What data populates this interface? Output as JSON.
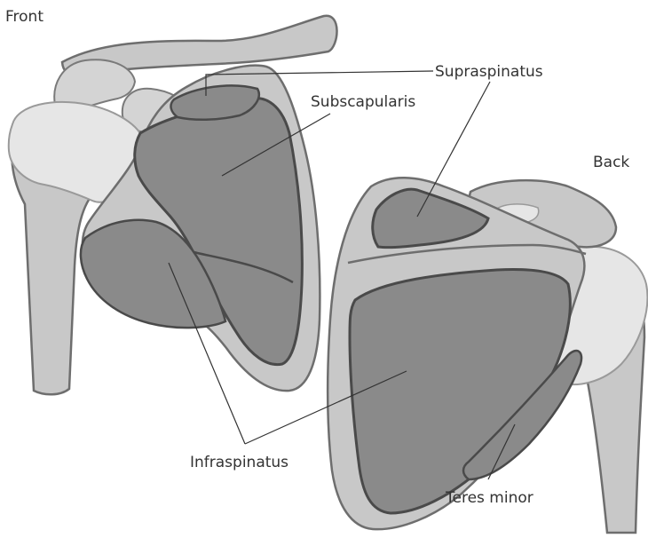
{
  "views": {
    "front_label": "Front",
    "back_label": "Back"
  },
  "labels": {
    "supraspinatus": "Supraspinatus",
    "subscapularis": "Subscapularis",
    "infraspinatus": "Infraspinatus",
    "teres_minor": "Teres minor"
  },
  "colors": {
    "bone": "#c8c8c8",
    "bone_outline": "#6e6e6e",
    "muscle": "#8a8a8a",
    "muscle_outline": "#4a4a4a",
    "cartilage": "#e6e6e6",
    "leader_line": "#333333"
  }
}
